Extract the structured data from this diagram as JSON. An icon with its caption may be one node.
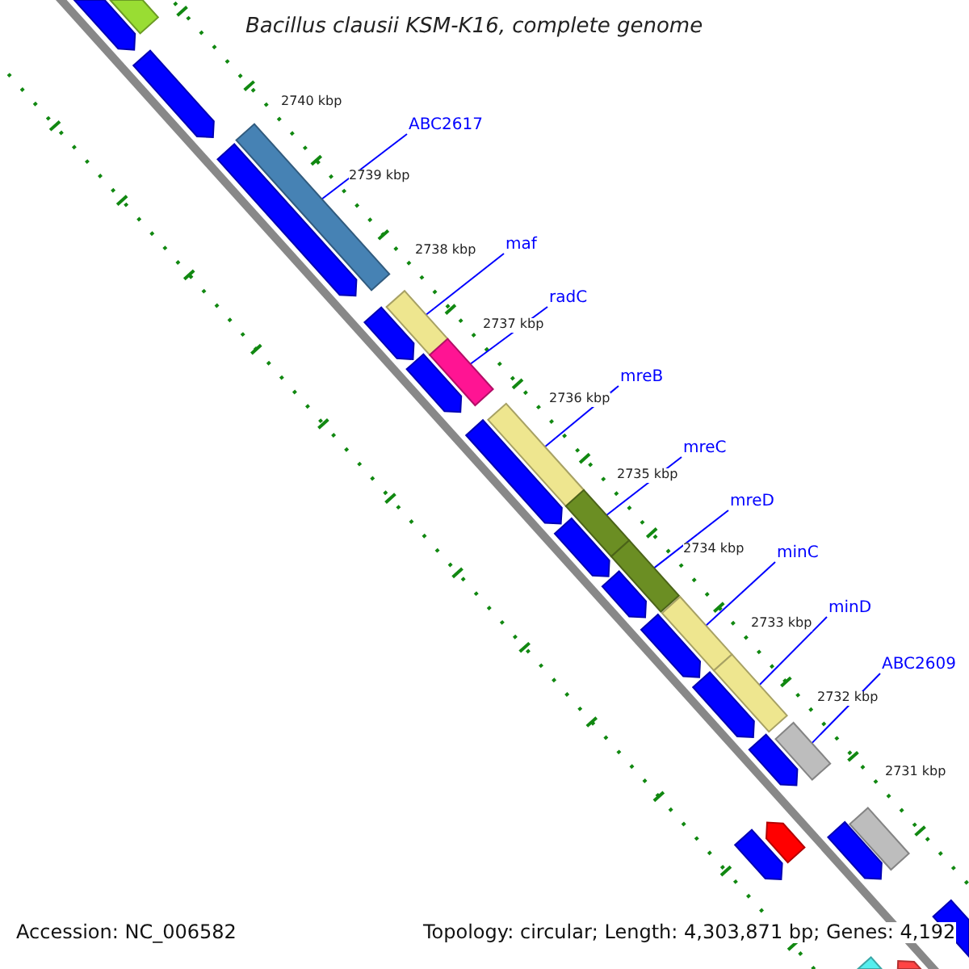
{
  "diagram": {
    "title": "Bacillus clausii KSM-K16, complete genome",
    "nodes": [
      {
        "text": [
          "ABC2617"
        ]
      },
      {
        "text": [
          "maf"
        ]
      },
      {
        "text": [
          "radC"
        ]
      },
      {
        "text": [
          "mreB"
        ]
      },
      {
        "text": [
          "mreC"
        ]
      },
      {
        "text": [
          "mreD"
        ]
      },
      {
        "text": [
          "minC"
        ]
      },
      {
        "text": [
          "minD"
        ]
      },
      {
        "text": [
          "ABC2609"
        ]
      },
      {
        "text": [],
        "shape": "bar"
      },
      {
        "text": [],
        "shape": "bar"
      },
      {
        "text": [],
        "shape": "bar"
      },
      {
        "text": [],
        "shape": "bar"
      },
      {
        "text": [],
        "shape": "bar"
      },
      {
        "text": [],
        "shape": "bar"
      },
      {
        "text": [],
        "shape": "bar"
      },
      {
        "text": [],
        "shape": "bar"
      },
      {
        "text": [],
        "shape": "bar"
      },
      {
        "text": [],
        "shape": "bar"
      },
      {
        "text": [],
        "shape": "bar"
      },
      {
        "text": [],
        "shape": "bar"
      },
      {
        "text": [],
        "shape": "bar"
      },
      {
        "text": [],
        "shape": "bar"
      },
      {
        "text": [],
        "shape": "bar"
      },
      {
        "text": [],
        "shape": "bar"
      },
      {
        "text": [],
        "shape": "bar"
      },
      {
        "text": [],
        "shape": "bar"
      },
      {
        "text": [],
        "shape": "bar"
      },
      {
        "text": [],
        "shape": "bar"
      },
      {
        "text": [],
        "shape": "bar"
      },
      {
        "text": [],
        "shape": "bar"
      },
      {
        "text": [],
        "shape": "bar"
      },
      {
        "text": [],
        "shape": "bar"
      },
      {
        "text": [],
        "shape": "bar"
      },
      {
        "text": [],
        "shape": "bar"
      },
      {
        "text": [],
        "shape": "bar"
      },
      {
        "text": [],
        "shape": "bar"
      }
    ],
    "edges": [
      {
        "from": 0,
        "to": 9,
        "arrow": "none"
      },
      {
        "from": 1,
        "to": 10,
        "arrow": "none"
      },
      {
        "from": 2,
        "to": 11,
        "arrow": "none"
      },
      {
        "from": 3,
        "to": 12,
        "arrow": "none"
      },
      {
        "from": 4,
        "to": 13,
        "arrow": "none"
      },
      {
        "from": 5,
        "to": 14,
        "arrow": "none"
      },
      {
        "from": 6,
        "to": 15,
        "arrow": "none"
      },
      {
        "from": 7,
        "to": 16,
        "arrow": "none"
      },
      {
        "from": 8,
        "to": 17,
        "arrow": "none"
      }
    ],
    "labels": [
      "2740 kbp",
      "2739 kbp",
      "2738 kbp",
      "2737 kbp",
      "2736 kbp",
      "2735 kbp",
      "2734 kbp",
      "2733 kbp",
      "2732 kbp",
      "2731 kbp",
      "Accession: NC_006582",
      "Topology: circular; Length: 4,303,871 bp; Genes: 4,192"
    ]
  }
}
